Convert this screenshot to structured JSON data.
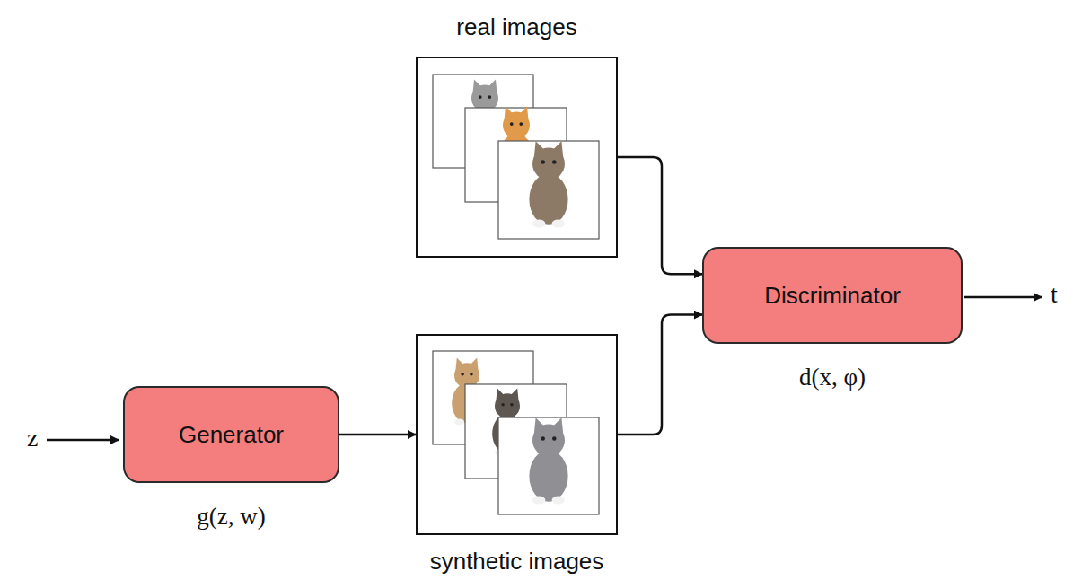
{
  "diagram": {
    "nodes": [
      {
        "text": [
          "real images"
        ]
      },
      {
        "text": [
          "Discriminator",
          "d(x, φ)"
        ]
      },
      {
        "text": [
          "Generator",
          "g(z, w)"
        ]
      },
      {
        "text": [
          "synthetic images"
        ]
      }
    ],
    "edges": [
      {
        "from": 0,
        "to": 1,
        "arrow": "to"
      },
      {
        "from": 3,
        "to": 1,
        "arrow": "to"
      },
      {
        "from": 2,
        "to": 3,
        "arrow": "to"
      }
    ],
    "labels": [
      "z",
      "t"
    ]
  }
}
